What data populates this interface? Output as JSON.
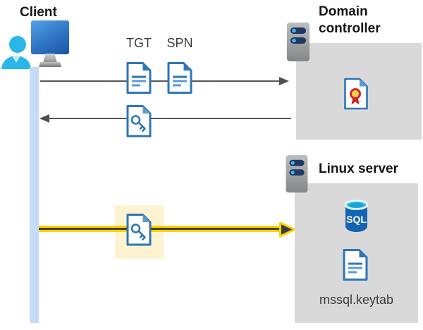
{
  "nodes": {
    "client": {
      "label": "Client"
    },
    "domain_controller": {
      "label": "Domain controller"
    },
    "linux_server": {
      "label": "Linux server",
      "sql_label": "SQL",
      "keytab_label": "mssql.keytab"
    }
  },
  "tickets": {
    "tgt": "TGT",
    "spn": "SPN"
  },
  "flows": [
    {
      "from": "Client",
      "to": "Domain controller",
      "direction": "right",
      "style": "thin-gray",
      "carries": [
        "TGT",
        "SPN"
      ]
    },
    {
      "from": "Domain controller",
      "to": "Client",
      "direction": "left",
      "style": "thin-gray",
      "carries": [
        "service-ticket-key-document"
      ]
    },
    {
      "from": "Client",
      "to": "Linux server",
      "direction": "right",
      "style": "yellow-highlighted",
      "carries": [
        "service-ticket-key-document-highlighted"
      ]
    }
  ],
  "colors": {
    "doc_blue": "#2e75b6",
    "doc_blue_light": "#5b9bd5",
    "lifeline_blue": "#c6dbf6",
    "arrow_gray": "#55565b",
    "highlight_yellow": "#ffd200",
    "highlight_bg": "#fdf3d0",
    "box_gray": "#d9d9d9",
    "server_bar_navy": "#1f3864",
    "server_dot_cyan": "#44b8ea",
    "person_cyan": "#2ab6e8",
    "sql_body_blue": "#1464b4",
    "sql_top_cyan": "#39bfe8",
    "cert_red": "#d02828",
    "cert_gold": "#ffd24d"
  }
}
